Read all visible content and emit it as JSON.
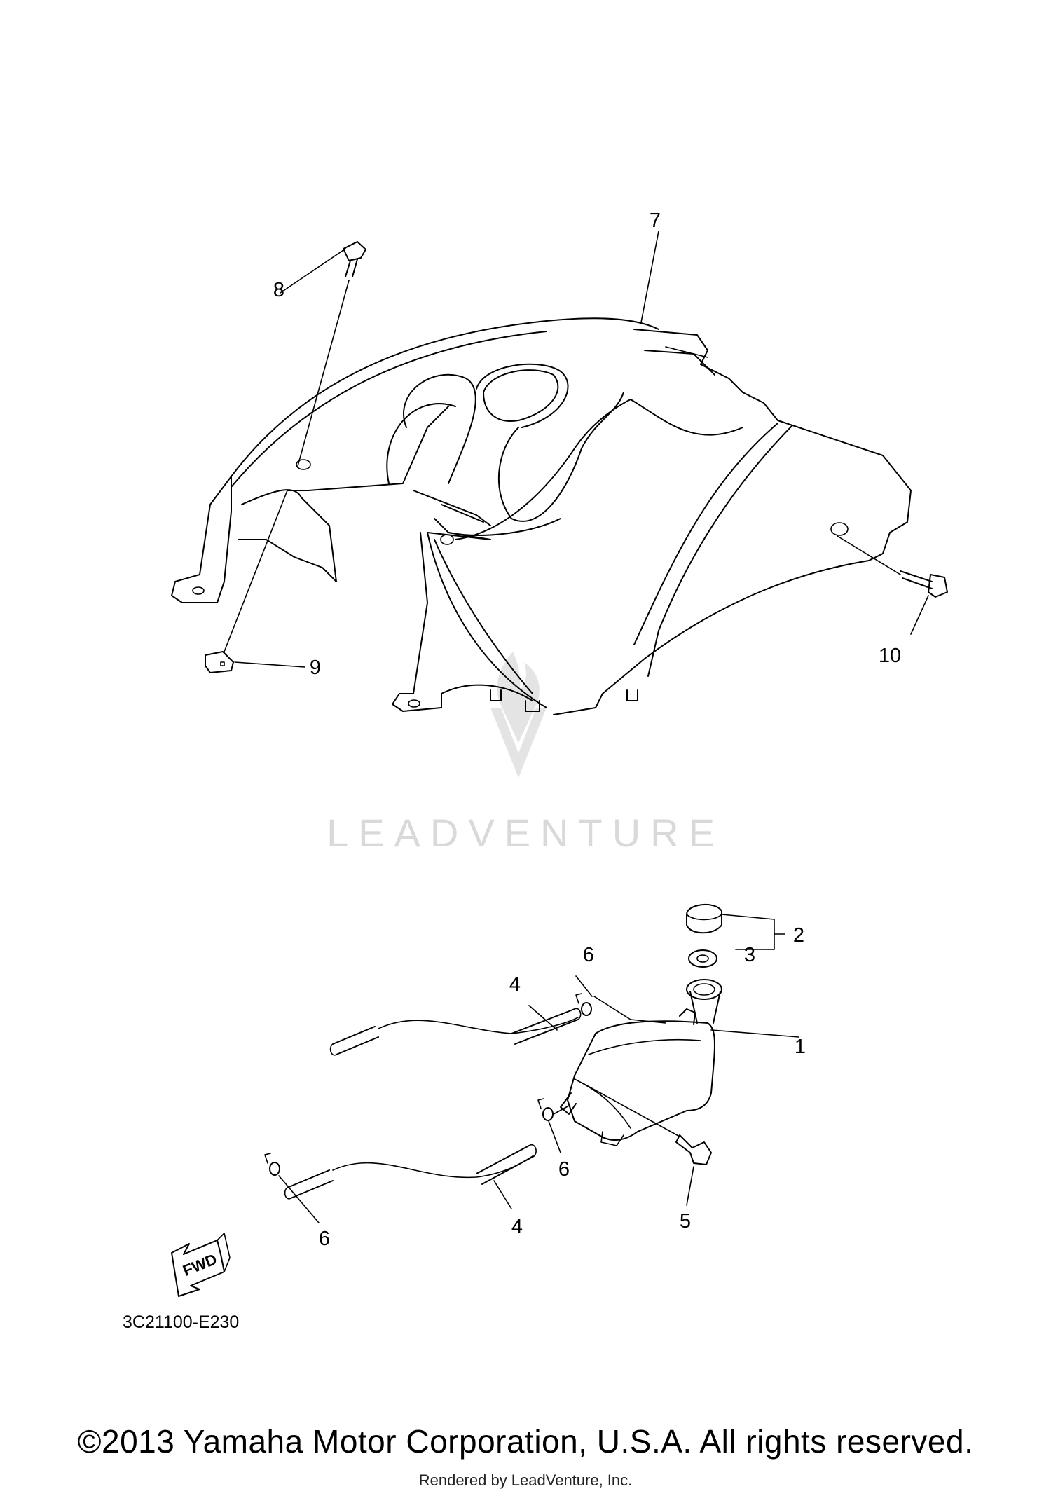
{
  "callouts": {
    "c1": "1",
    "c2": "2",
    "c3": "3",
    "c4a": "4",
    "c4b": "4",
    "c5": "5",
    "c6a": "6",
    "c6b": "6",
    "c6c": "6",
    "c7": "7",
    "c8": "8",
    "c9": "9",
    "c10": "10"
  },
  "fwd_label": "FWD",
  "diagram_code": "3C21100-E230",
  "watermark": "LEADVENTURE",
  "copyright": "©2013 Yamaha Motor Corporation, U.S.A. All rights reserved.",
  "rendered_by": "Rendered by LeadVenture, Inc."
}
